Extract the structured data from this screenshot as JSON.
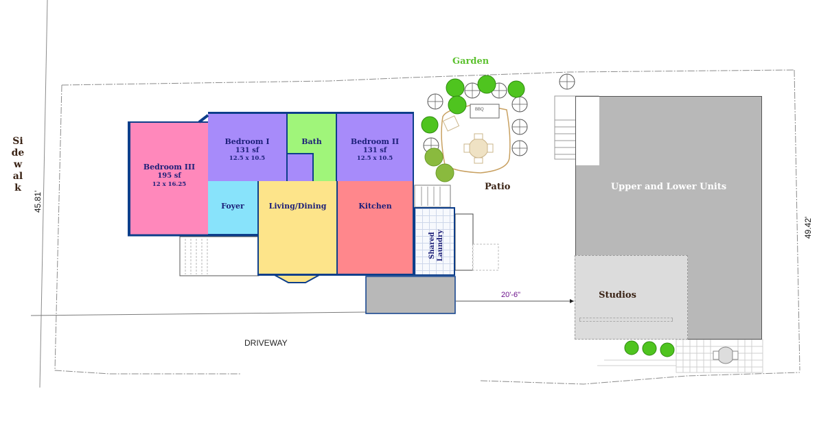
{
  "plan": {
    "sidewalk_label": "Sidewalk",
    "driveway_label": "DRIVEWAY",
    "garden_label": "Garden",
    "patio_label": "Patio",
    "dimensions": {
      "left_lot_width": "45.81'",
      "right_lot_width": "49.42'",
      "building_separation": "20'-6\""
    },
    "bbq_label": "BBQ"
  },
  "rooms": {
    "bedroom3": {
      "name": "Bedroom III",
      "area": "195 sf",
      "size": "12 x 16.25",
      "color": "#ff88bb"
    },
    "bedroom1": {
      "name": "Bedroom I",
      "area": "131 sf",
      "size": "12.5 x 10.5",
      "color": "#a78bfa"
    },
    "bath": {
      "name": "Bath",
      "color": "#a0f57a"
    },
    "bedroom2": {
      "name": "Bedroom II",
      "area": "131 sf",
      "size": "12.5 x 10.5",
      "color": "#a78bfa"
    },
    "foyer": {
      "name": "Foyer",
      "color": "#88e3fb"
    },
    "living": {
      "name": "Living/Dining",
      "color": "#fde48a"
    },
    "kitchen": {
      "name": "Kitchen",
      "color": "#ff878c"
    },
    "laundry": {
      "name": "Shared Laundry",
      "line1": "Shared",
      "line2": "Laundry"
    }
  },
  "buildings": {
    "upper_lower": {
      "name": "Upper and Lower Units",
      "color": "#b8b8b8"
    },
    "studios": {
      "name": "Studios",
      "color": "#dcdcdc"
    }
  },
  "colors": {
    "wall": "#0d3e8a",
    "label_text": "#1c1f78",
    "garden_text": "#5cc12f",
    "brown_text": "#3b2416",
    "dimension_text": "#6a0f8a"
  }
}
